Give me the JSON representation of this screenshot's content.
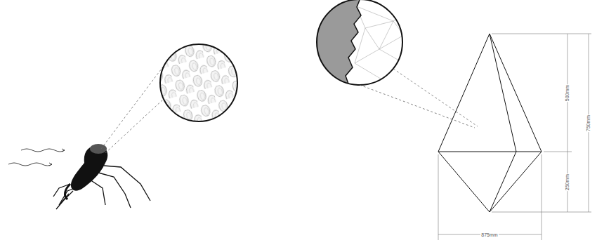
{
  "diagram": {
    "labels": [
      "500mm",
      "750mm",
      "250mm",
      "875mm"
    ]
  }
}
